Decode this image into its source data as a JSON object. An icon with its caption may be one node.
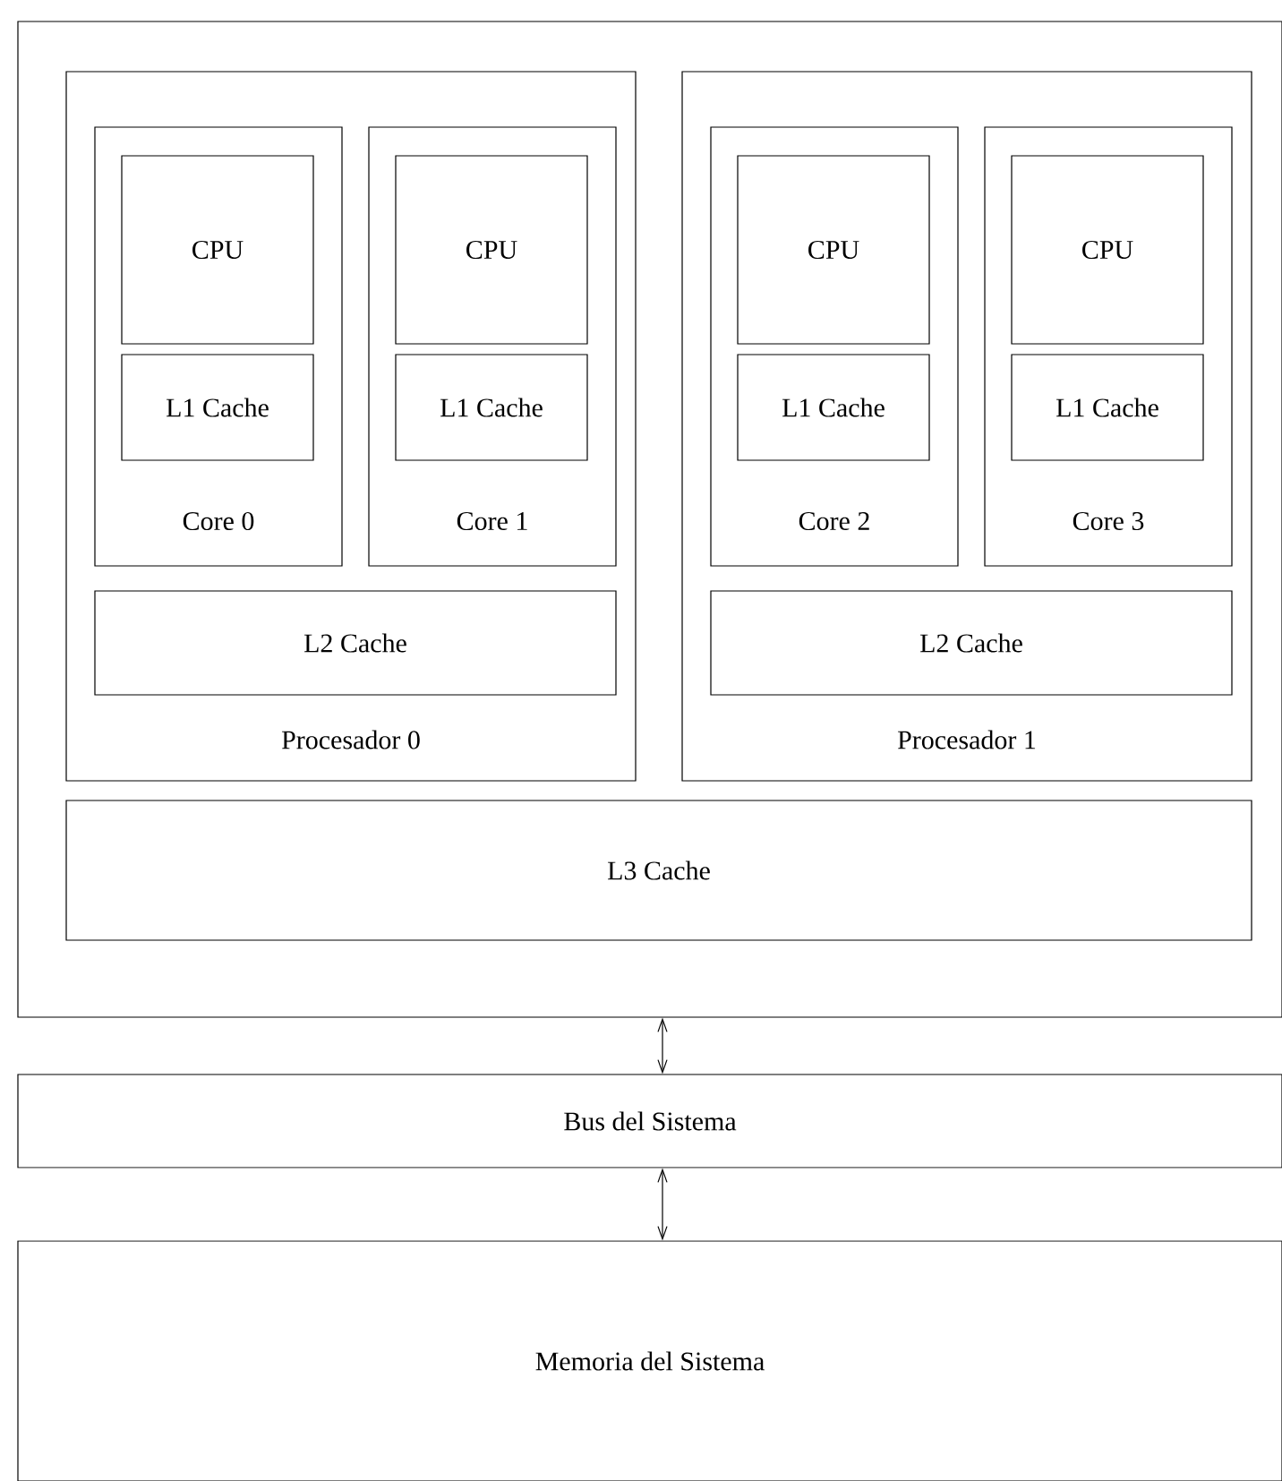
{
  "diagram": {
    "nodes": [
      {
        "text": [],
        "shape": "box"
      },
      {
        "text": [
          "Procesador 0"
        ],
        "in": 0
      },
      {
        "text": [
          "Core 0"
        ],
        "in": 1
      },
      {
        "text": [
          "CPU"
        ],
        "in": 2
      },
      {
        "text": [
          "L1 Cache"
        ],
        "in": 2
      },
      {
        "text": [
          "Core 1"
        ],
        "in": 1
      },
      {
        "text": [
          "CPU"
        ],
        "in": 5
      },
      {
        "text": [
          "L1 Cache"
        ],
        "in": 5
      },
      {
        "text": [
          "L2 Cache"
        ],
        "in": 1
      },
      {
        "text": [
          "Procesador 1"
        ],
        "in": 0
      },
      {
        "text": [
          "Core 2"
        ],
        "in": 9
      },
      {
        "text": [
          "CPU"
        ],
        "in": 10
      },
      {
        "text": [
          "L1 Cache"
        ],
        "in": 10
      },
      {
        "text": [
          "Core 3"
        ],
        "in": 9
      },
      {
        "text": [
          "CPU"
        ],
        "in": 13
      },
      {
        "text": [
          "L1 Cache"
        ],
        "in": 13
      },
      {
        "text": [
          "L2 Cache"
        ],
        "in": 9
      },
      {
        "text": [
          "L3 Cache"
        ],
        "in": 0
      },
      {
        "text": [
          "Bus del Sistema"
        ]
      },
      {
        "text": [
          "Memoria del Sistema"
        ]
      }
    ],
    "edges": [
      {
        "from": 0,
        "to": 18,
        "arrow": "both"
      },
      {
        "from": 18,
        "to": 19,
        "arrow": "both"
      }
    ]
  }
}
